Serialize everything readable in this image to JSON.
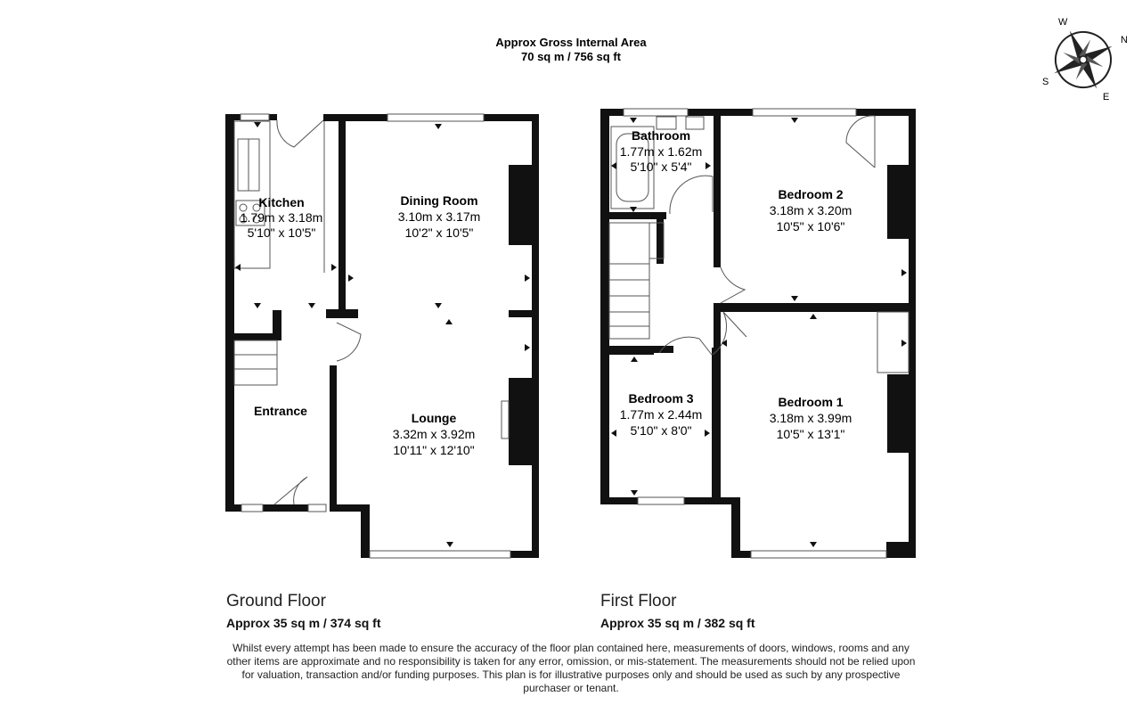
{
  "header": {
    "title": "Approx Gross Internal Area",
    "subtitle": "70 sq m / 756 sq ft"
  },
  "compass": {
    "n": "N",
    "e": "E",
    "s": "S",
    "w": "W"
  },
  "ground_floor": {
    "title": "Ground Floor",
    "area": "Approx 35 sq m / 374 sq ft",
    "rooms": [
      {
        "name": "Kitchen",
        "metric": "1.79m x 3.18m",
        "imperial": "5'10\" x 10'5\""
      },
      {
        "name": "Dining Room",
        "metric": "3.10m x 3.17m",
        "imperial": "10'2\" x 10'5\""
      },
      {
        "name": "Entrance",
        "metric": "",
        "imperial": ""
      },
      {
        "name": "Lounge",
        "metric": "3.32m x 3.92m",
        "imperial": "10'11\" x 12'10\""
      }
    ]
  },
  "first_floor": {
    "title": "First Floor",
    "area": "Approx 35 sq m / 382 sq ft",
    "rooms": [
      {
        "name": "Bathroom",
        "metric": "1.77m x 1.62m",
        "imperial": "5'10\" x 5'4\""
      },
      {
        "name": "Bedroom 2",
        "metric": "3.18m x 3.20m",
        "imperial": "10'5\" x 10'6\""
      },
      {
        "name": "Bedroom 3",
        "metric": "1.77m x 2.44m",
        "imperial": "5'10\" x 8'0\""
      },
      {
        "name": "Bedroom 1",
        "metric": "3.18m x 3.99m",
        "imperial": "10'5\" x 13'1\""
      }
    ]
  },
  "disclaimer": "Whilst every attempt has been made to ensure the accuracy of the floor plan contained here, measurements of doors, windows, rooms and any other items are approximate and no responsibility is taken for any error, omission, or mis-statement. The measurements should not be relied upon for valuation, transaction and/or funding purposes. This plan is for illustrative purposes only and should be used as such by any prospective purchaser or tenant."
}
